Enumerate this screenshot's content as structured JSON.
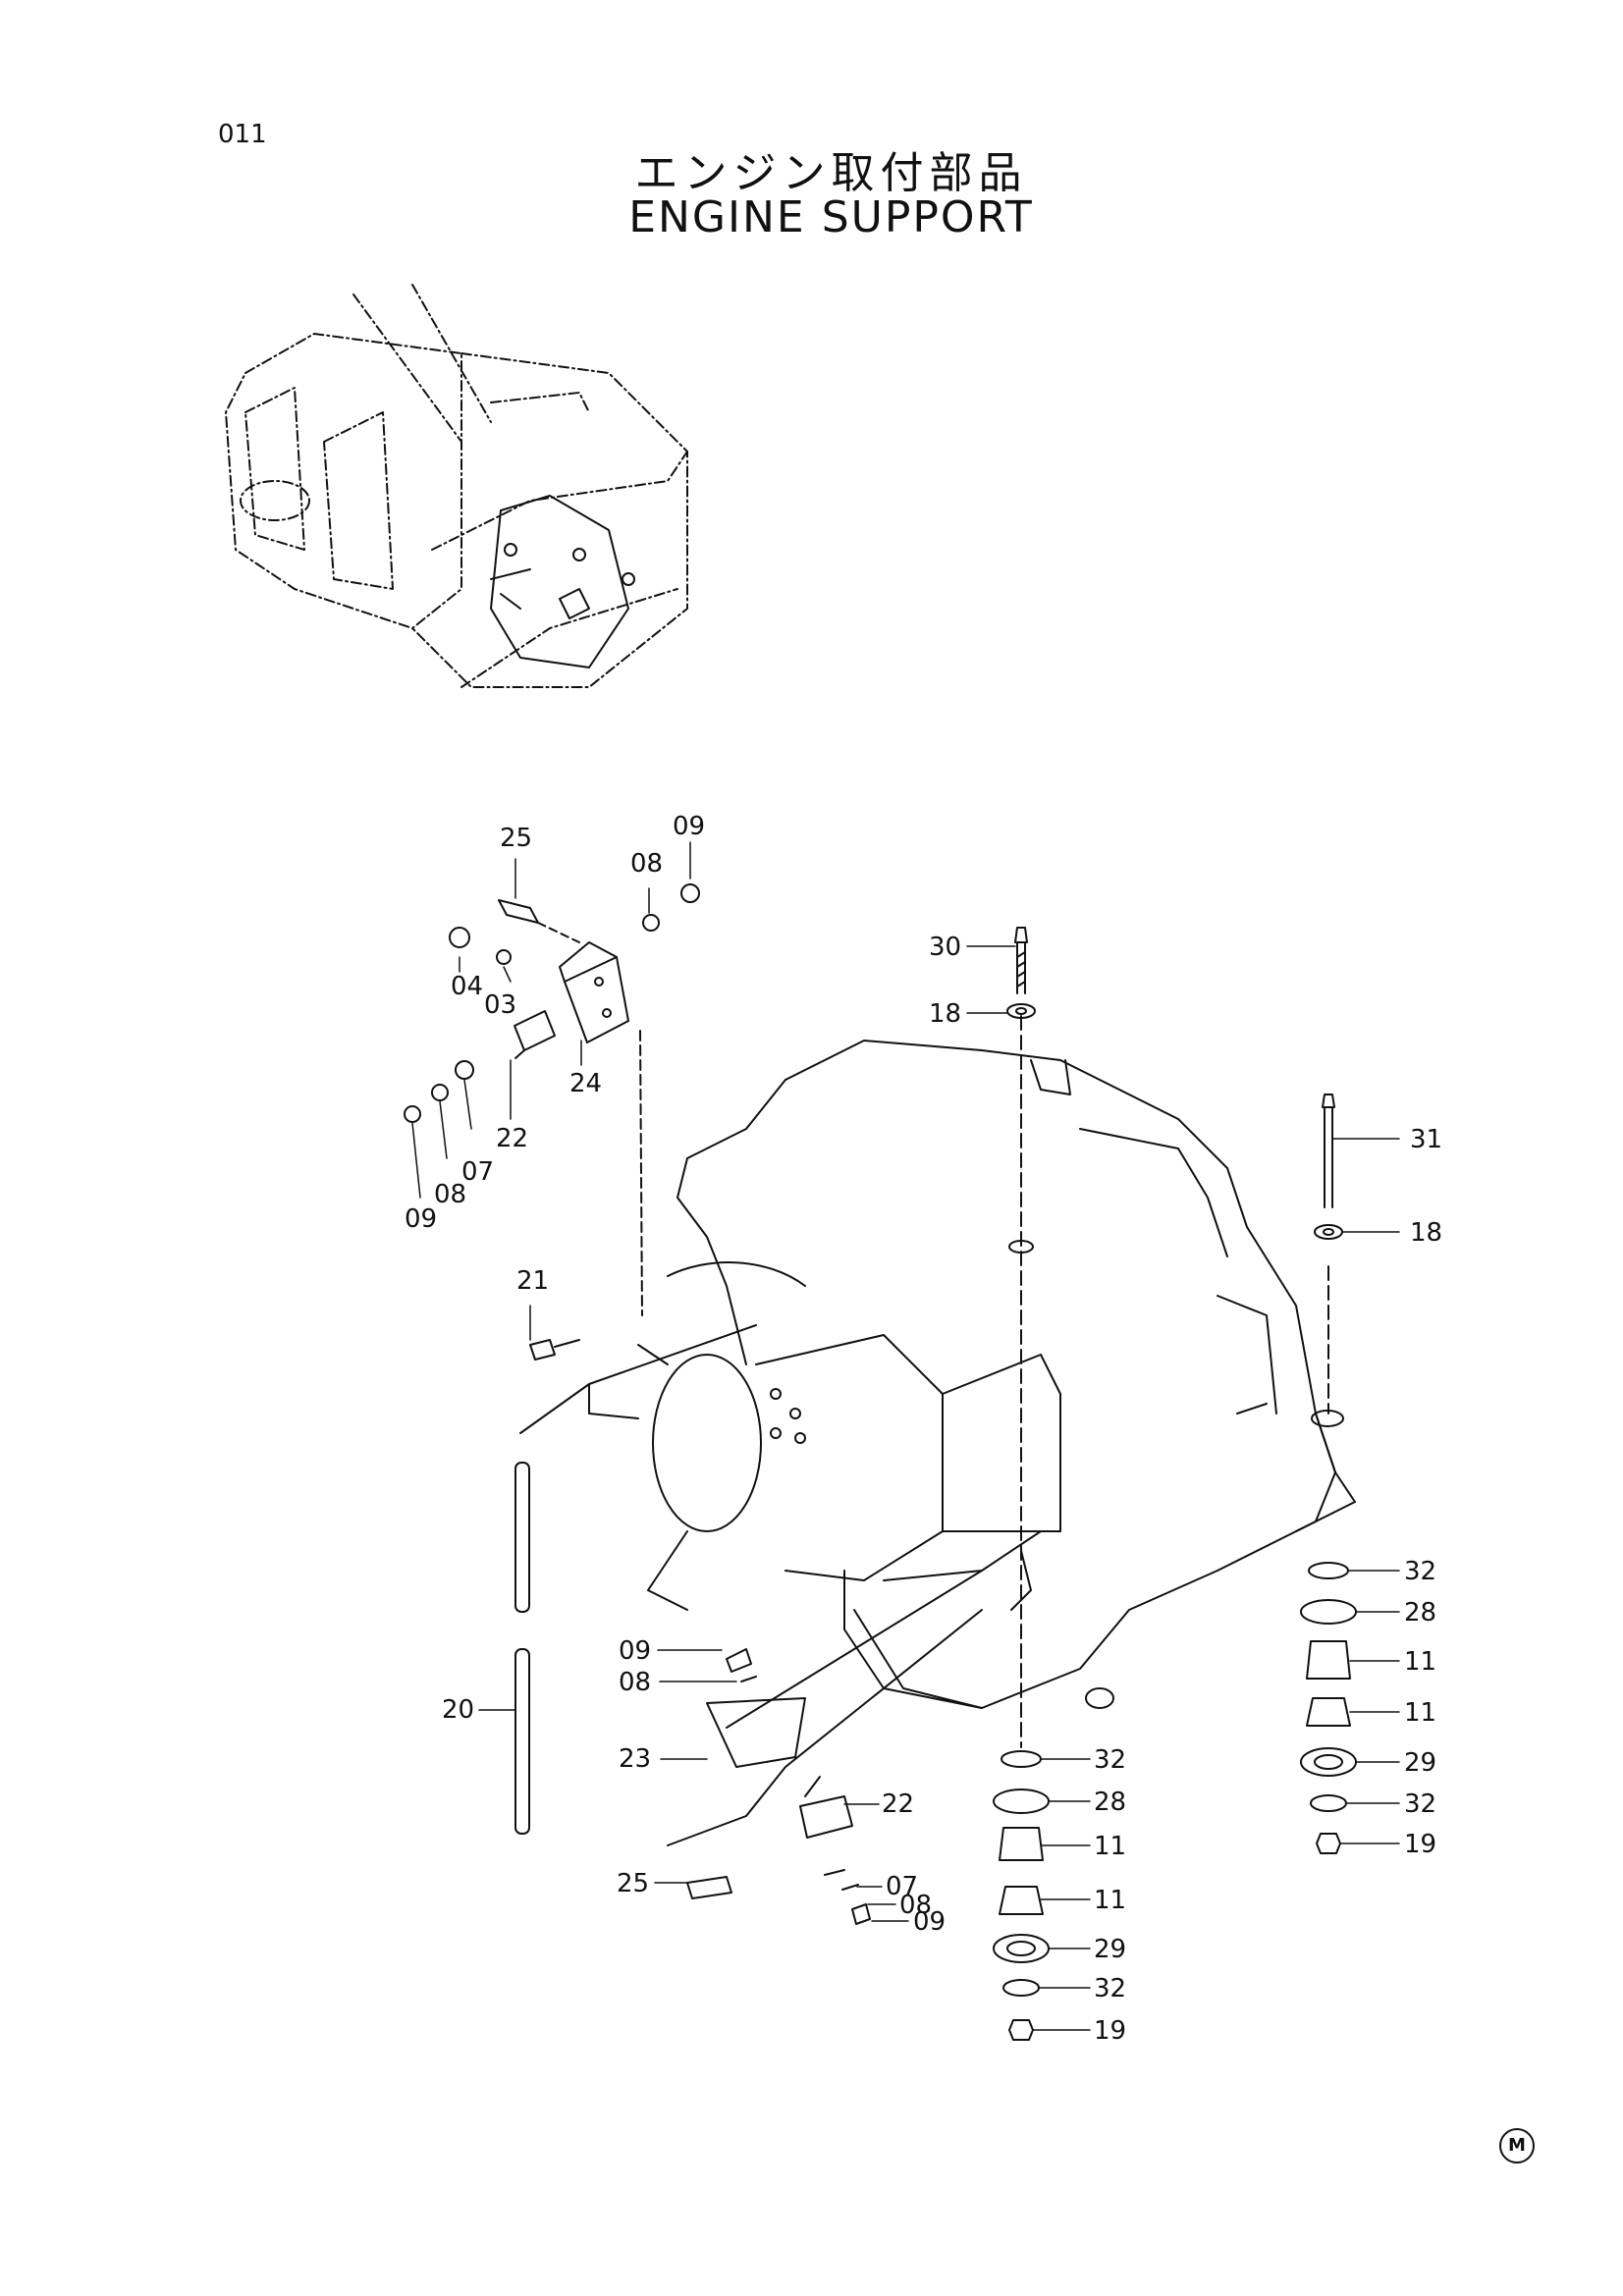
{
  "header": {
    "page_code": "011",
    "title_jp": "エンジン取付部品",
    "title_en": "ENGINE SUPPORT"
  },
  "callouts": {
    "c25a": "25",
    "c09a": "09",
    "c08a": "08",
    "c04": "04",
    "c03": "03",
    "c24": "24",
    "c22a": "22",
    "c07a": "07",
    "c08b": "08",
    "c09b": "09",
    "c21": "21",
    "c20": "20",
    "c09c": "09",
    "c08c": "08",
    "c23": "23",
    "c22b": "22",
    "c25b": "25",
    "c07b": "07",
    "c08d": "08",
    "c09d": "09",
    "c30": "30",
    "c18a": "18",
    "c31": "31",
    "c18b": "18",
    "c32a": "32",
    "c28a": "28",
    "c11a": "11",
    "c11b": "11",
    "c29a": "29",
    "c32b": "32",
    "c19a": "19",
    "c32c": "32",
    "c28b": "28",
    "c11c": "11",
    "c11d": "11",
    "c29b": "29",
    "c32d": "32",
    "c19b": "19"
  },
  "footer": {
    "mark": "M"
  }
}
